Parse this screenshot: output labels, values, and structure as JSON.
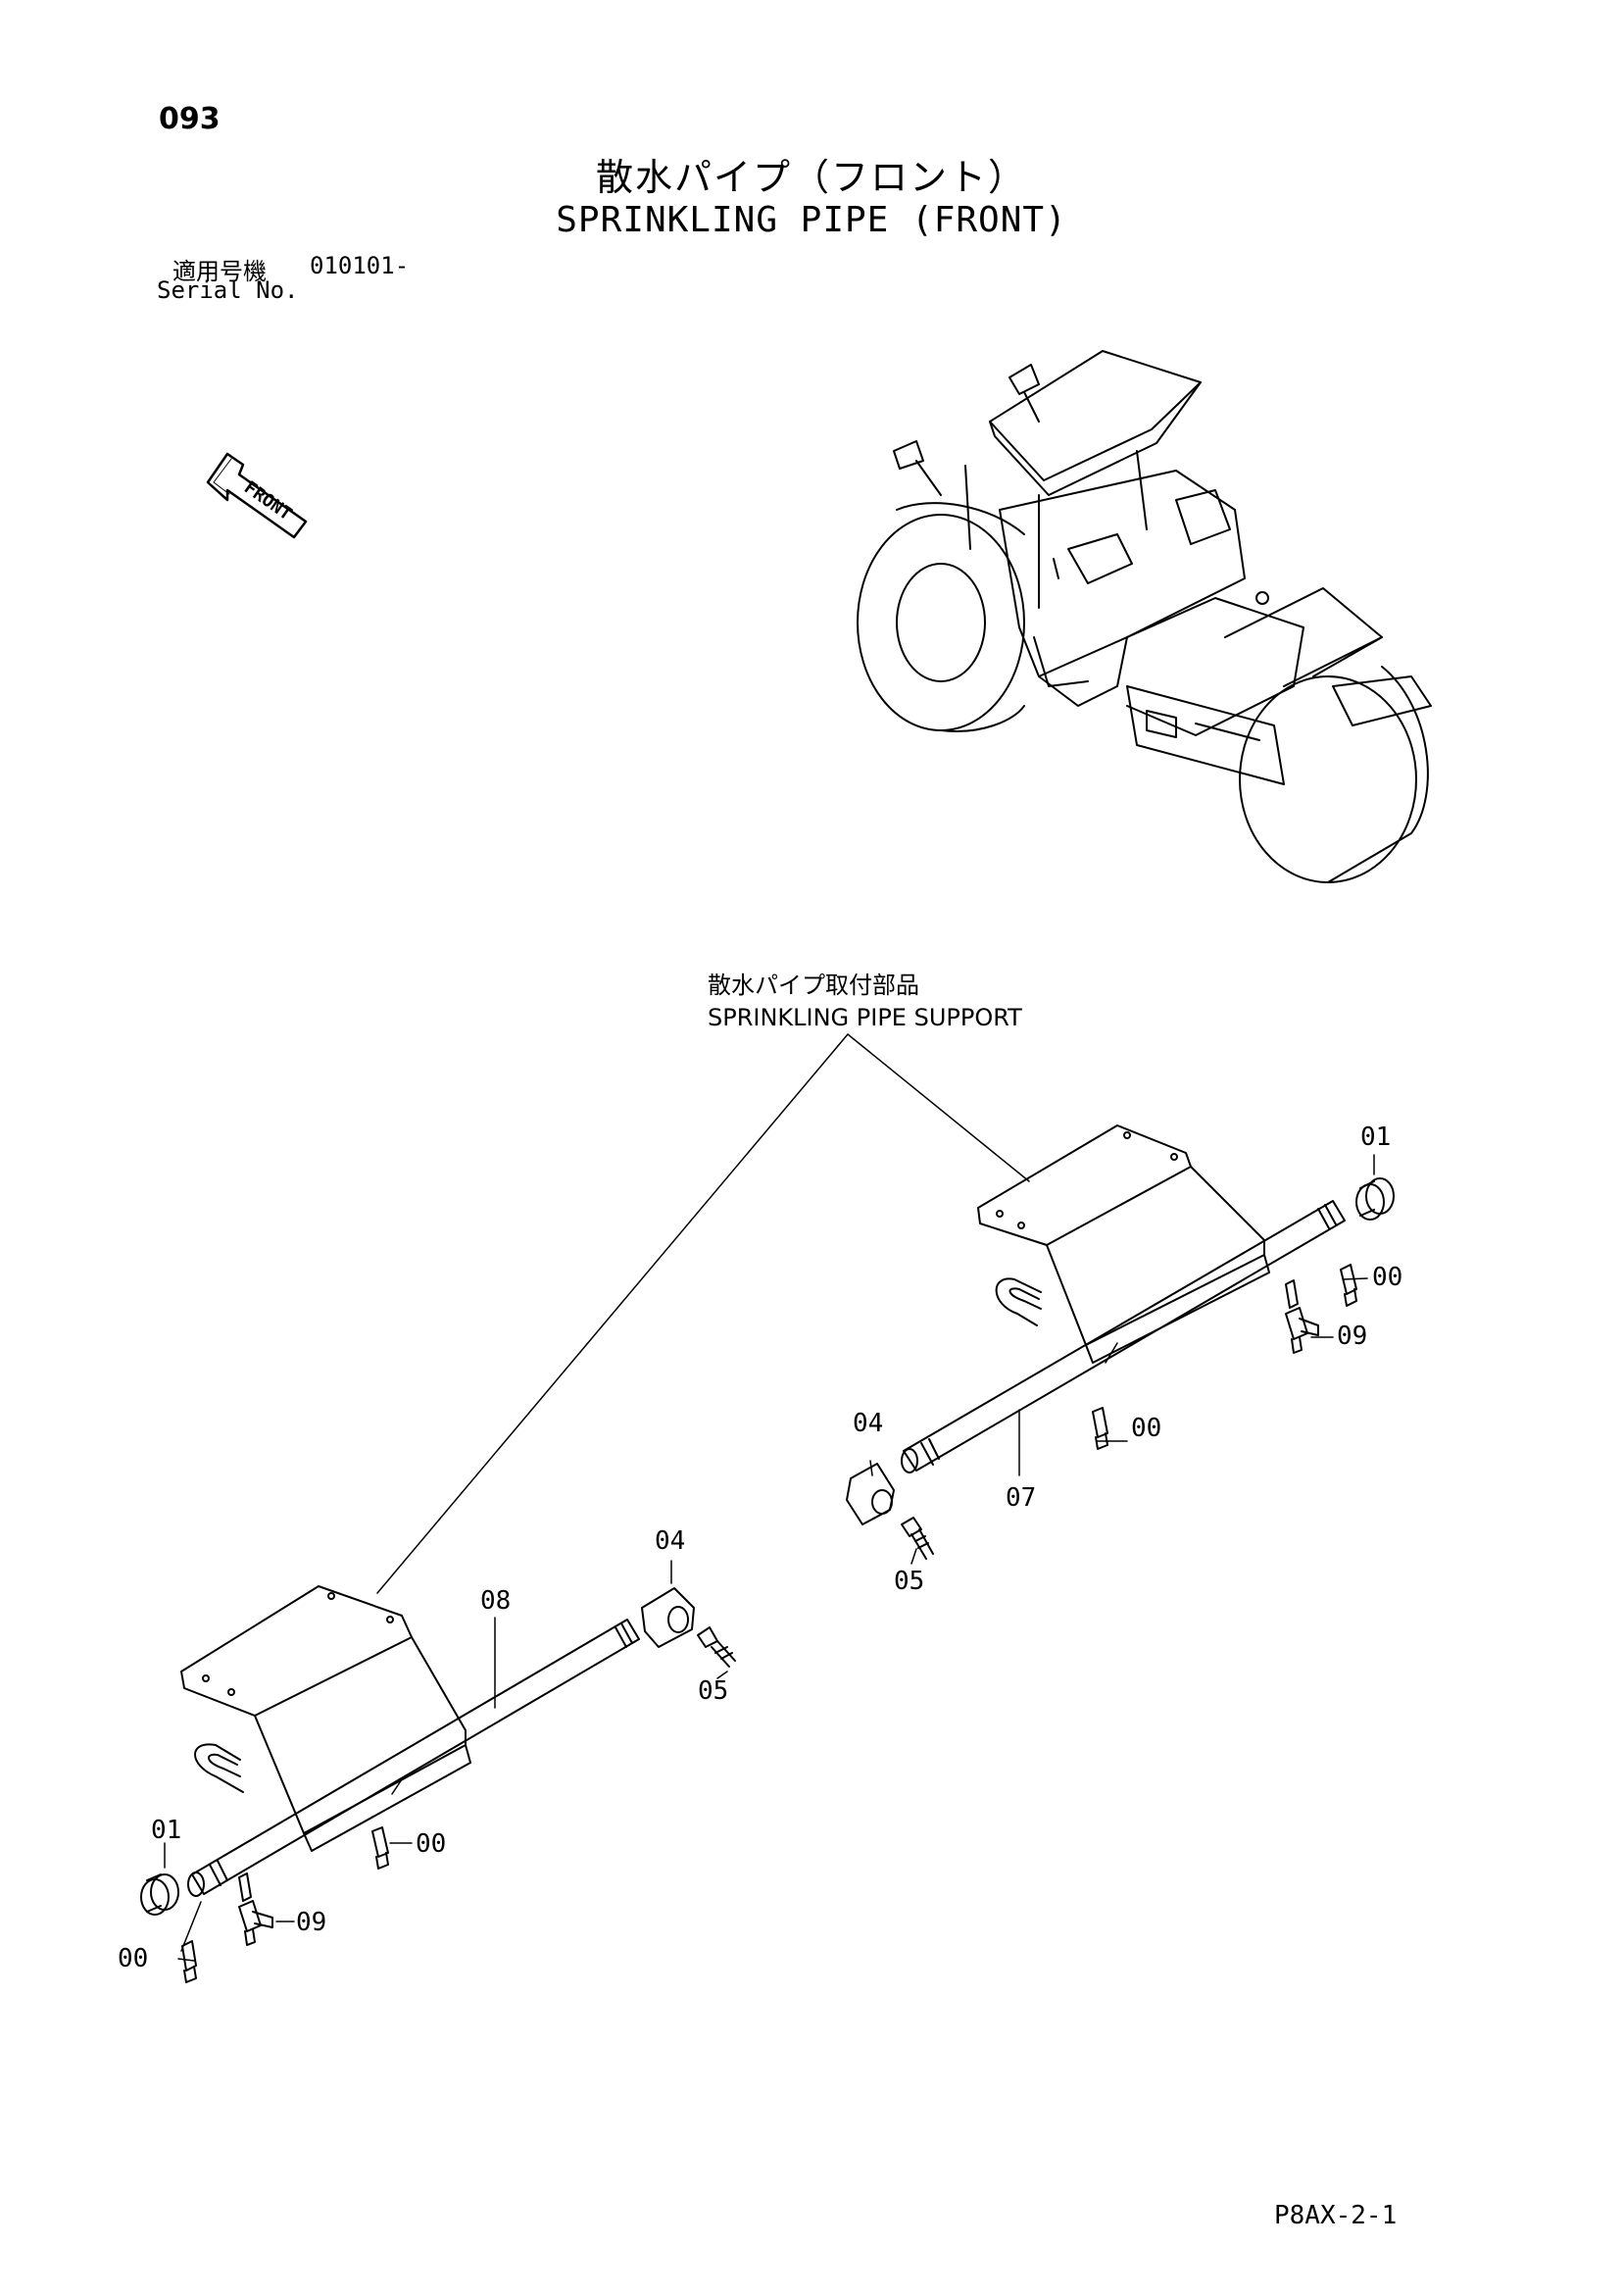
{
  "header": {
    "page_number": "093",
    "title_jp": "散水パイプ（フロント）",
    "title_en": "SPRINKLING PIPE (FRONT)"
  },
  "serial": {
    "label_jp": "適用号機",
    "value": "010101-",
    "label_en": "Serial No."
  },
  "orientation": {
    "front_label": "FRONT"
  },
  "assembly_note": {
    "label_jp": "散水パイプ取付部品",
    "label_en": "SPRINKLING PIPE SUPPORT"
  },
  "callouts": {
    "right_01": "01",
    "right_00_top": "00",
    "right_09": "09",
    "right_04": "04",
    "right_00_mid": "00",
    "right_07": "07",
    "right_05": "05",
    "left_04": "04",
    "left_08": "08",
    "left_05": "05",
    "left_00_mid": "00",
    "left_01": "01",
    "left_09": "09",
    "left_00_bottom": "00"
  },
  "footer": {
    "code": "P8AX-2-1"
  }
}
